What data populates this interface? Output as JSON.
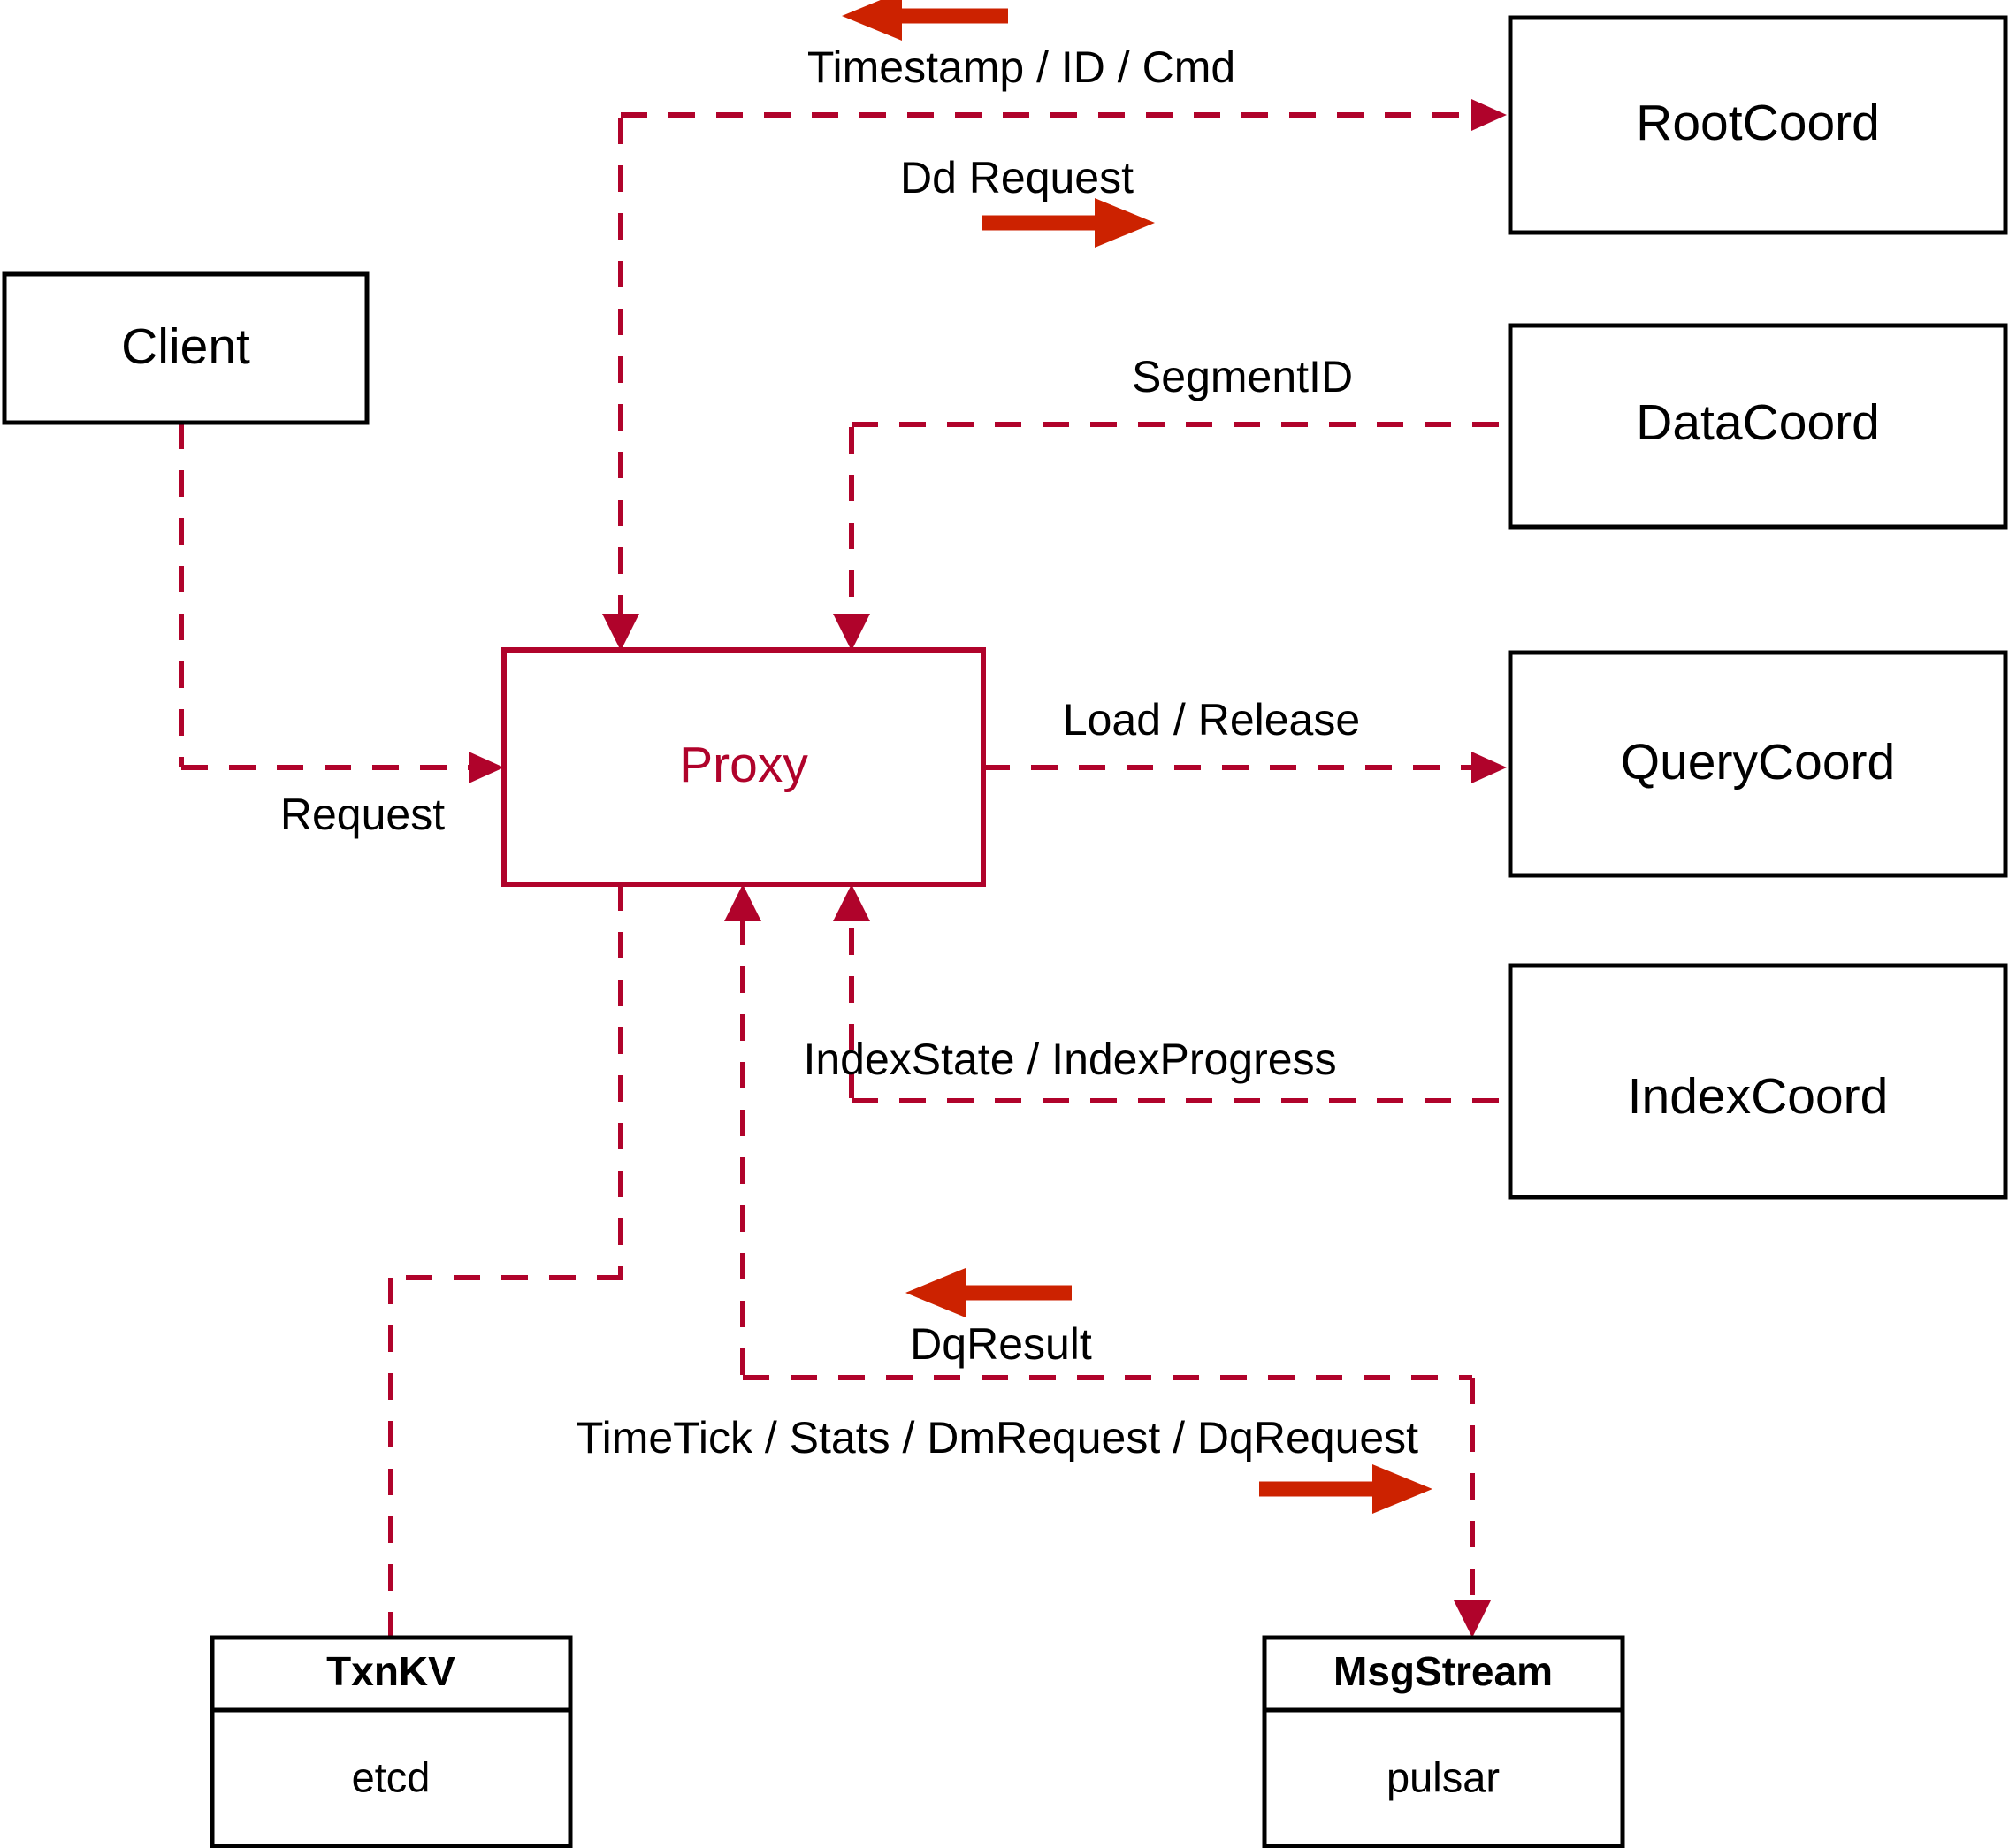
{
  "diagram": {
    "title": "Milvus Proxy interaction diagram",
    "colors": {
      "accent_red": "#B0032B",
      "arrow_red": "#CC2200",
      "box_stroke": "#000000",
      "background": "#FFFFFF"
    },
    "nodes": {
      "client": {
        "label": "Client"
      },
      "proxy": {
        "label": "Proxy"
      },
      "root_coord": {
        "label": "RootCoord"
      },
      "data_coord": {
        "label": "DataCoord"
      },
      "query_coord": {
        "label": "QueryCoord"
      },
      "index_coord": {
        "label": "IndexCoord"
      },
      "txnkv": {
        "label": "TxnKV",
        "impl": "etcd"
      },
      "msgstream": {
        "label": "MsgStream",
        "impl": "pulsar"
      }
    },
    "edges": {
      "timestamp_id_cmd": {
        "label": "Timestamp / ID / Cmd",
        "direction": "leftward",
        "from": "root_coord",
        "to": "proxy"
      },
      "dd_request": {
        "label": "Dd Request",
        "direction": "rightward",
        "from": "proxy",
        "to": "root_coord"
      },
      "segment_id": {
        "label": "SegmentID",
        "direction": "leftward",
        "from": "data_coord",
        "to": "proxy"
      },
      "load_release": {
        "label": "Load / Release",
        "direction": "rightward",
        "from": "proxy",
        "to": "query_coord"
      },
      "index_state_progress": {
        "label": "IndexState / IndexProgress",
        "direction": "leftward",
        "from": "index_coord",
        "to": "proxy"
      },
      "request": {
        "label": "Request",
        "direction": "rightward",
        "from": "client",
        "to": "proxy"
      },
      "dq_result": {
        "label": "DqResult",
        "direction": "leftward",
        "from": "msgstream",
        "to": "proxy"
      },
      "timetick_stats": {
        "label": "TimeTick / Stats / DmRequest / DqRequest",
        "direction": "rightward",
        "from": "proxy",
        "to": "msgstream"
      },
      "txnkv_link": {
        "label": "",
        "direction": "downward",
        "from": "proxy",
        "to": "txnkv"
      }
    }
  }
}
